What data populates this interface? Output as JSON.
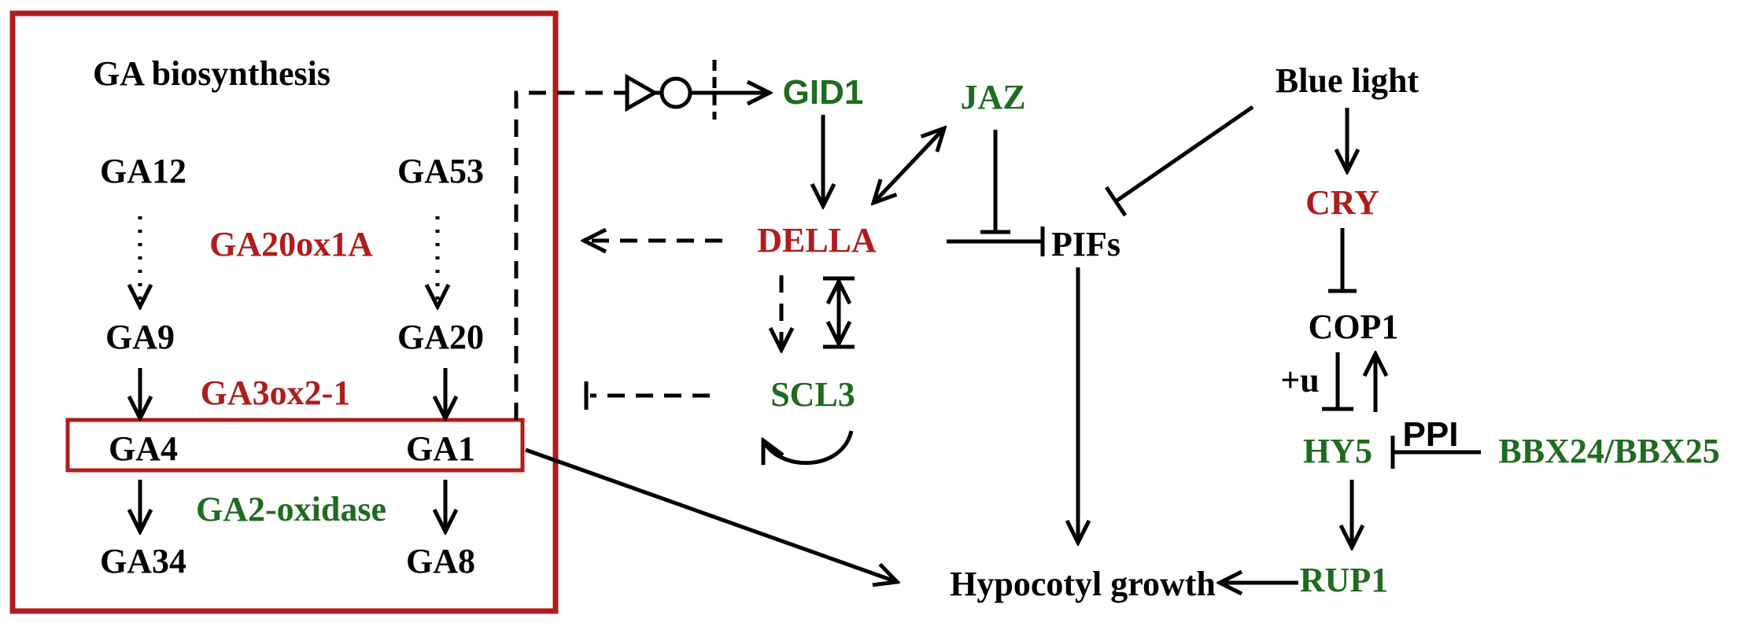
{
  "title": "GA biosynthesis",
  "nodes": {
    "ga12": "GA12",
    "ga53": "GA53",
    "ga9": "GA9",
    "ga20": "GA20",
    "ga4": "GA4",
    "ga1": "GA1",
    "ga34": "GA34",
    "ga8": "GA8",
    "gid1": "GID1",
    "jaz": "JAZ",
    "della": "DELLA",
    "scl3": "SCL3",
    "pifs": "PIFs",
    "blue_light": "Blue light",
    "cry": "CRY",
    "cop1": "COP1",
    "hy5": "HY5",
    "bbx": "BBX24/BBX25",
    "rup1": "RUP1",
    "hypocotyl_growth": "Hypocotyl growth"
  },
  "enzymes": {
    "ga20ox": "GA20ox1A",
    "ga3ox": "GA3ox2-1",
    "ga2ox": "GA2-oxidase"
  },
  "edge_labels": {
    "ubiquitination": "+u",
    "ppi": "PPI"
  },
  "colors": {
    "box": "#b01c1c",
    "red_text": "#b01c1c",
    "green_text": "#1f6b1f",
    "line": "#000000"
  }
}
